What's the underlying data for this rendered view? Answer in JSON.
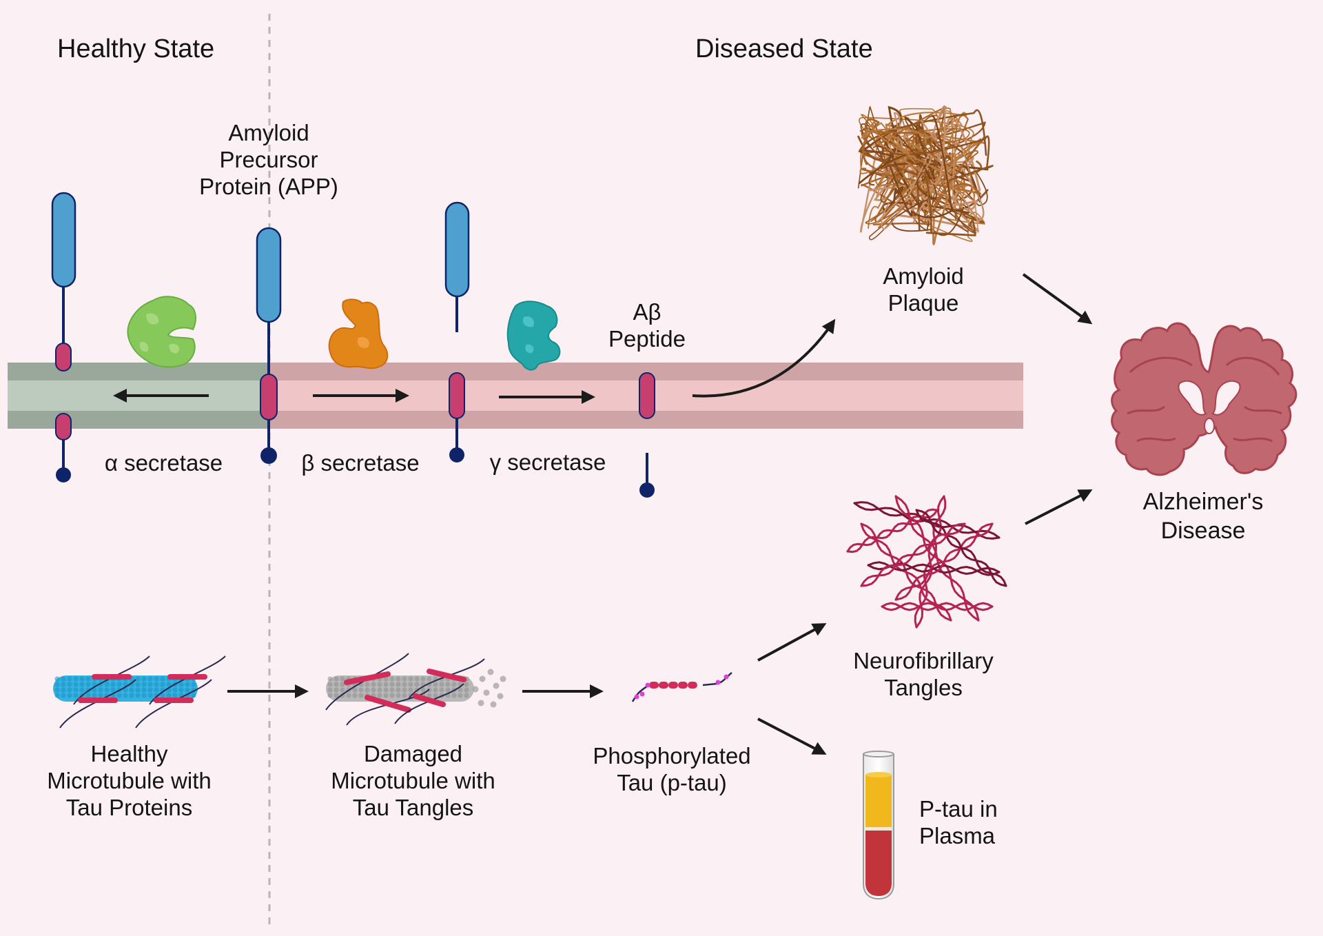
{
  "headers": {
    "healthy": "Healthy State",
    "diseased": "Diseased State"
  },
  "amyloid_pathway": {
    "app_label": "Amyloid\nPrecursor\nProtein (APP)",
    "alpha_secretase": "α secretase",
    "beta_secretase": "β secretase",
    "gamma_secretase": "γ secretase",
    "abeta_label": "Aβ\nPeptide",
    "plaque_label": "Amyloid\nPlaque"
  },
  "tau_pathway": {
    "healthy_mt_label": "Healthy\nMicrotubule with\nTau Proteins",
    "damaged_mt_label": "Damaged\nMicrotubule with\nTau Tangles",
    "ptau_label": "Phosphorylated\nTau (p-tau)",
    "nft_label": "Neurofibrillary\nTangles",
    "plasma_label": "P-tau in\nPlasma"
  },
  "outcome": {
    "disease_label": "Alzheimer's\nDisease"
  },
  "colors": {
    "background": "#fbf0f3",
    "membrane_healthy_outer": "#9aa89c",
    "membrane_healthy_inner": "#bccbbd",
    "membrane_diseased_outer": "#cfa4a7",
    "membrane_diseased_inner": "#efc5c8",
    "app_extracellular": "#4f9fcf",
    "app_transmembrane": "#c63f6e",
    "app_stalk": "#0f2468",
    "alpha_enzyme": "#86c85a",
    "beta_enzyme": "#e3861a",
    "gamma_enzyme": "#25a6a8",
    "plaque": "#a8652a",
    "tangles": "#b42450",
    "brain": "#c0676f",
    "plasma": "#f0b81c",
    "blood": "#c0343a",
    "microtubule_healthy": "#34b2e0",
    "microtubule_damaged": "#a9a9a9",
    "arrow": "#1b1b1b",
    "divider": "#b9b3b5"
  }
}
